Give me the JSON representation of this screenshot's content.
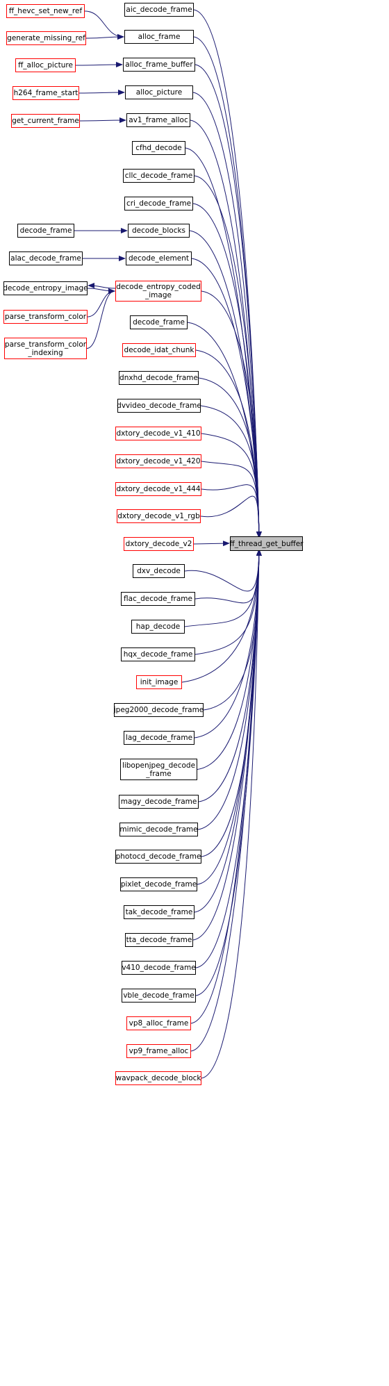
{
  "target": "ff_thread_get_buffer",
  "colors": {
    "edge": "#191970",
    "caller_border": "#000000",
    "truncated_border": "#ff0000",
    "target_fill": "#bfbfbf"
  },
  "direct_callers": [
    {
      "id": "aic_decode_frame",
      "label": "aic_decode_frame",
      "truncated": false
    },
    {
      "id": "alloc_frame",
      "label": "alloc_frame",
      "truncated": false
    },
    {
      "id": "alloc_frame_buffer",
      "label": "alloc_frame_buffer",
      "truncated": false
    },
    {
      "id": "alloc_picture",
      "label": "alloc_picture",
      "truncated": false
    },
    {
      "id": "av1_frame_alloc",
      "label": "av1_frame_alloc",
      "truncated": false
    },
    {
      "id": "cfhd_decode",
      "label": "cfhd_decode",
      "truncated": false
    },
    {
      "id": "cllc_decode_frame",
      "label": "cllc_decode_frame",
      "truncated": false
    },
    {
      "id": "cri_decode_frame",
      "label": "cri_decode_frame",
      "truncated": false
    },
    {
      "id": "decode_blocks",
      "label": "decode_blocks",
      "truncated": false
    },
    {
      "id": "decode_element",
      "label": "decode_element",
      "truncated": false
    },
    {
      "id": "decode_entropy_coded_image",
      "label": "decode_entropy_coded\n_image",
      "truncated": true
    },
    {
      "id": "decode_frame_main",
      "label": "decode_frame",
      "truncated": false
    },
    {
      "id": "decode_idat_chunk",
      "label": "decode_idat_chunk",
      "truncated": true
    },
    {
      "id": "dnxhd_decode_frame",
      "label": "dnxhd_decode_frame",
      "truncated": false
    },
    {
      "id": "dvvideo_decode_frame",
      "label": "dvvideo_decode_frame",
      "truncated": false
    },
    {
      "id": "dxtory_decode_v1_410",
      "label": "dxtory_decode_v1_410",
      "truncated": true
    },
    {
      "id": "dxtory_decode_v1_420",
      "label": "dxtory_decode_v1_420",
      "truncated": true
    },
    {
      "id": "dxtory_decode_v1_444",
      "label": "dxtory_decode_v1_444",
      "truncated": true
    },
    {
      "id": "dxtory_decode_v1_rgb",
      "label": "dxtory_decode_v1_rgb",
      "truncated": true
    },
    {
      "id": "dxtory_decode_v2",
      "label": "dxtory_decode_v2",
      "truncated": true
    },
    {
      "id": "dxv_decode",
      "label": "dxv_decode",
      "truncated": false
    },
    {
      "id": "flac_decode_frame",
      "label": "flac_decode_frame",
      "truncated": false
    },
    {
      "id": "hap_decode",
      "label": "hap_decode",
      "truncated": false
    },
    {
      "id": "hqx_decode_frame",
      "label": "hqx_decode_frame",
      "truncated": false
    },
    {
      "id": "init_image",
      "label": "init_image",
      "truncated": true
    },
    {
      "id": "jpeg2000_decode_frame",
      "label": "jpeg2000_decode_frame",
      "truncated": false
    },
    {
      "id": "lag_decode_frame",
      "label": "lag_decode_frame",
      "truncated": false
    },
    {
      "id": "libopenjpeg_decode_frame",
      "label": "libopenjpeg_decode\n_frame",
      "truncated": false
    },
    {
      "id": "magy_decode_frame",
      "label": "magy_decode_frame",
      "truncated": false
    },
    {
      "id": "mimic_decode_frame",
      "label": "mimic_decode_frame",
      "truncated": false
    },
    {
      "id": "photocd_decode_frame",
      "label": "photocd_decode_frame",
      "truncated": false
    },
    {
      "id": "pixlet_decode_frame",
      "label": "pixlet_decode_frame",
      "truncated": false
    },
    {
      "id": "tak_decode_frame",
      "label": "tak_decode_frame",
      "truncated": false
    },
    {
      "id": "tta_decode_frame",
      "label": "tta_decode_frame",
      "truncated": false
    },
    {
      "id": "v410_decode_frame",
      "label": "v410_decode_frame",
      "truncated": false
    },
    {
      "id": "vble_decode_frame",
      "label": "vble_decode_frame",
      "truncated": false
    },
    {
      "id": "vp8_alloc_frame",
      "label": "vp8_alloc_frame",
      "truncated": true
    },
    {
      "id": "vp9_frame_alloc",
      "label": "vp9_frame_alloc",
      "truncated": true
    },
    {
      "id": "wavpack_decode_block",
      "label": "wavpack_decode_block",
      "truncated": true
    }
  ],
  "indirect_callers": [
    {
      "id": "ff_hevc_set_new_ref",
      "label": "ff_hevc_set_new_ref",
      "truncated": true
    },
    {
      "id": "generate_missing_ref",
      "label": "generate_missing_ref",
      "truncated": true
    },
    {
      "id": "ff_alloc_picture",
      "label": "ff_alloc_picture",
      "truncated": true
    },
    {
      "id": "h264_frame_start",
      "label": "h264_frame_start",
      "truncated": true
    },
    {
      "id": "get_current_frame",
      "label": "get_current_frame",
      "truncated": true
    },
    {
      "id": "decode_frame_caller",
      "label": "decode_frame",
      "truncated": false
    },
    {
      "id": "alac_decode_frame",
      "label": "alac_decode_frame",
      "truncated": false
    },
    {
      "id": "decode_entropy_image",
      "label": "decode_entropy_image",
      "truncated": false
    },
    {
      "id": "parse_transform_color",
      "label": "parse_transform_color",
      "truncated": true
    },
    {
      "id": "parse_transform_color_indexing",
      "label": "parse_transform_color\n_indexing",
      "truncated": true
    }
  ],
  "edges": [
    {
      "from": "ff_hevc_set_new_ref",
      "to": "alloc_frame"
    },
    {
      "from": "generate_missing_ref",
      "to": "alloc_frame"
    },
    {
      "from": "ff_alloc_picture",
      "to": "alloc_frame_buffer"
    },
    {
      "from": "h264_frame_start",
      "to": "alloc_picture"
    },
    {
      "from": "get_current_frame",
      "to": "av1_frame_alloc"
    },
    {
      "from": "decode_frame_caller",
      "to": "decode_blocks"
    },
    {
      "from": "alac_decode_frame",
      "to": "decode_element"
    },
    {
      "from": "decode_entropy_image",
      "to": "decode_entropy_coded_image"
    },
    {
      "from": "decode_entropy_coded_image",
      "to": "decode_entropy_image"
    },
    {
      "from": "parse_transform_color",
      "to": "decode_entropy_coded_image"
    },
    {
      "from": "parse_transform_color_indexing",
      "to": "decode_entropy_coded_image"
    }
  ]
}
